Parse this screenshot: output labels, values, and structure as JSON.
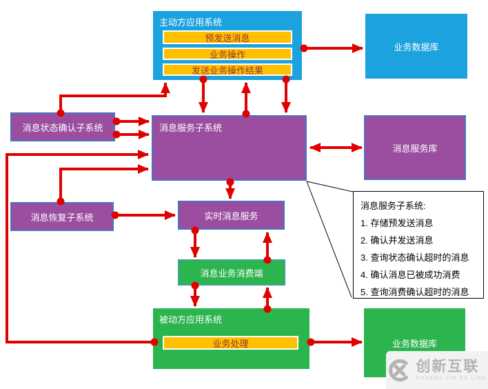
{
  "boxes": {
    "active_system": {
      "label": "主动方应用系统",
      "items": [
        "预发送消息",
        "业务操作",
        "发送业务操作结果"
      ]
    },
    "business_db_top": {
      "label": "业务数据库"
    },
    "status_confirm": {
      "label": "消息状态确认子系统"
    },
    "service_subsystem": {
      "label": "消息服务子系统"
    },
    "service_db": {
      "label": "消息服务库"
    },
    "recovery": {
      "label": "消息恢复子系统"
    },
    "realtime": {
      "label": "实时消息服务"
    },
    "consumer": {
      "label": "消息业务消费端"
    },
    "passive_system": {
      "label": "被动方应用系统",
      "items": [
        "业务处理"
      ]
    },
    "business_db_bottom": {
      "label": "业务数据库"
    }
  },
  "annotation": {
    "title": "消息服务子系统:",
    "items": [
      "1. 存储预发送消息",
      "2. 确认并发送消息",
      "3. 查询状态确认超时的消息",
      "4. 确认消息已被成功消费",
      "5. 查询消费确认超时的消息"
    ]
  },
  "watermark": {
    "brand": "创新互联",
    "subtext": "CHUANG XIN HU LIAN"
  },
  "colors": {
    "blue": "#1ca2de",
    "purple": "#9b4ea0",
    "purple_border": "#4576be",
    "green": "#2cb44e",
    "yellow": "#ffc000",
    "yellow_text": "#943634",
    "arrow_red": "#e10000"
  }
}
